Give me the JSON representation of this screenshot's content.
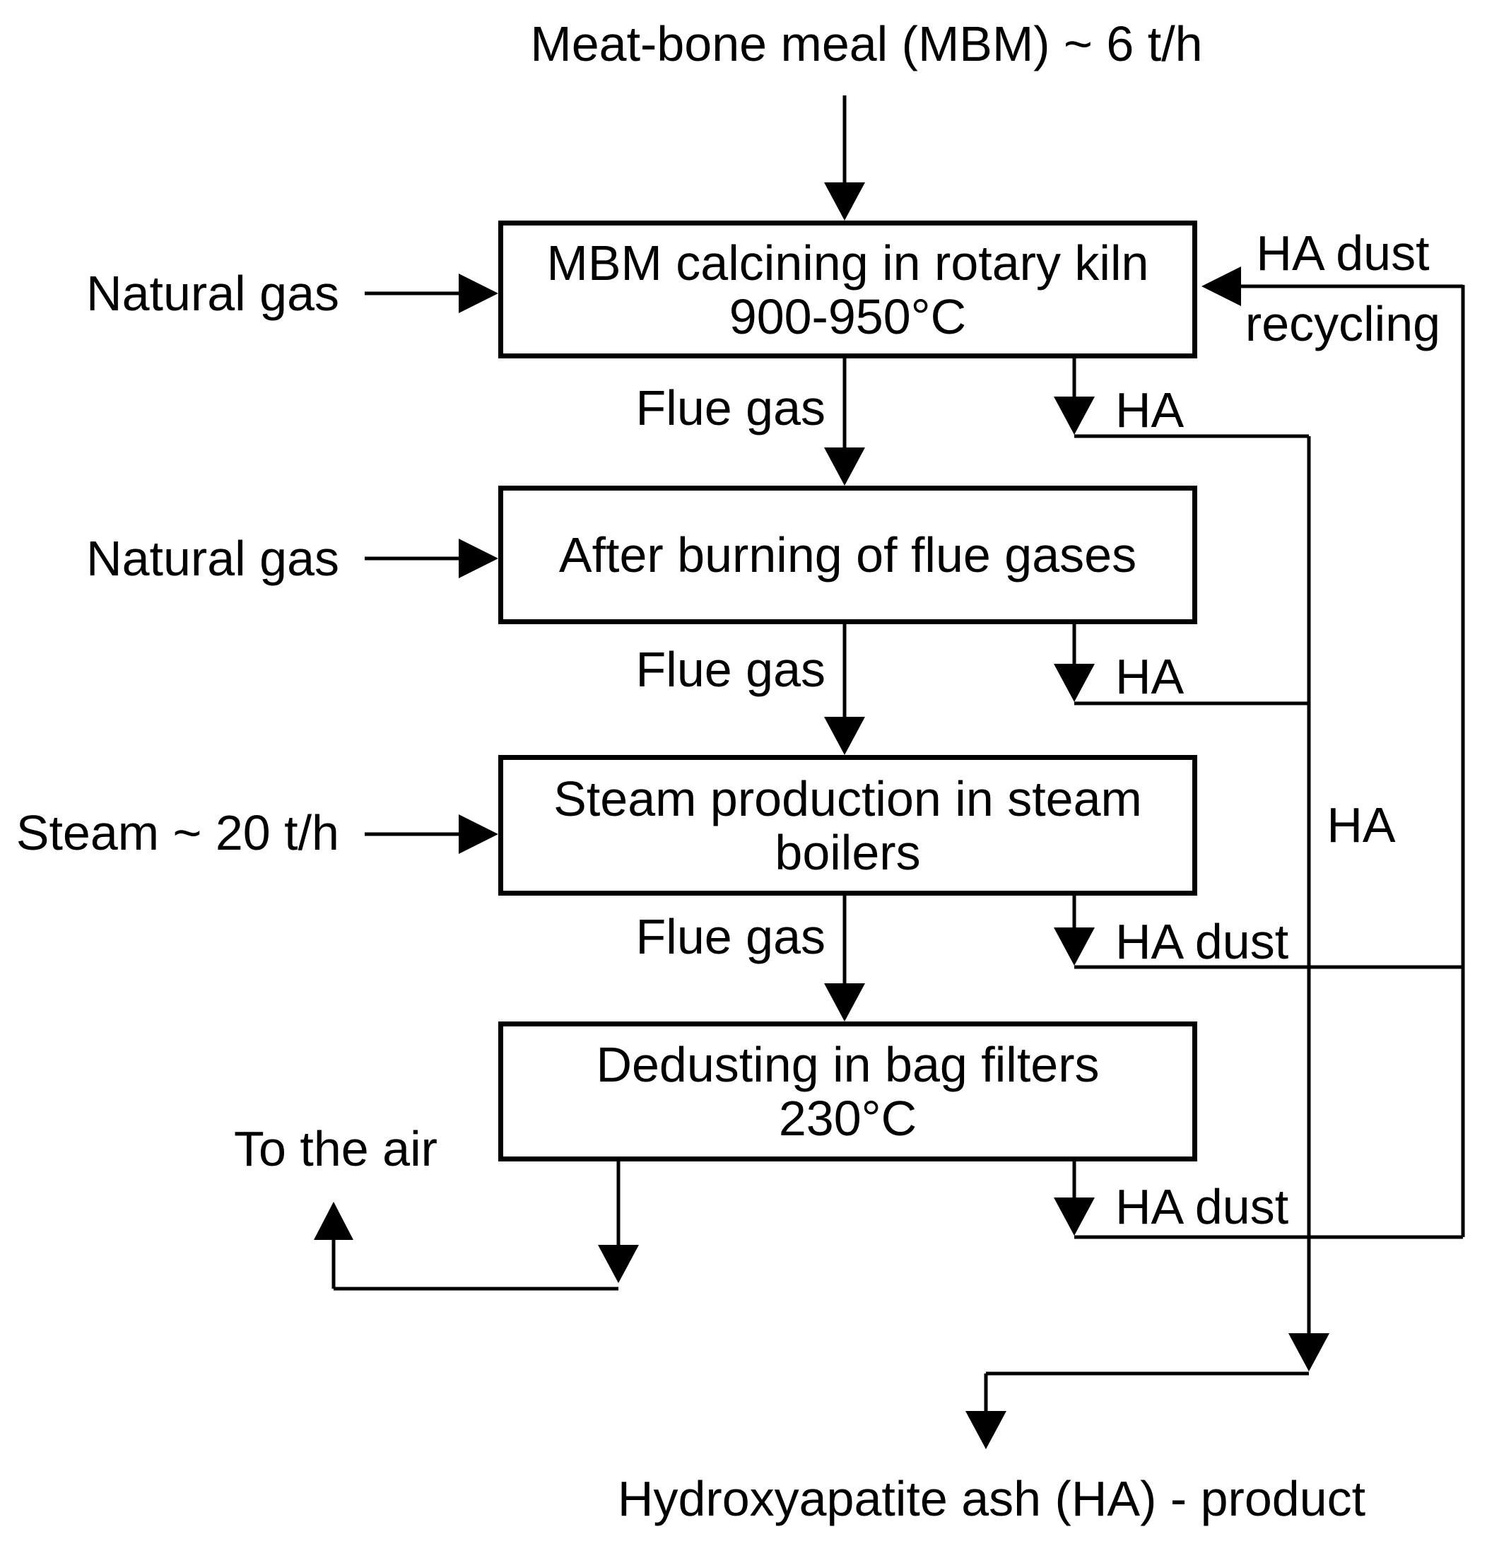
{
  "diagram": {
    "title": "Meat-bone meal (MBM) ~ 6 t/h",
    "colors": {
      "line": "#000000",
      "background": "#ffffff",
      "text": "#000000"
    },
    "boxes": {
      "kiln": {
        "line1": "MBM calcining in rotary kiln",
        "line2": "900-950°C"
      },
      "afterburning": {
        "line1": "After burning of flue gases"
      },
      "boilers": {
        "line1": "Steam production in steam",
        "line2": "boilers"
      },
      "dedusting": {
        "line1": "Dedusting in bag filters",
        "line2": "230°C"
      }
    },
    "inputs": {
      "natural_gas_kiln": "Natural gas",
      "natural_gas_afterburning": "Natural gas",
      "steam": "Steam ~ 20 t/h"
    },
    "streams": {
      "flue_gas_1": "Flue gas",
      "flue_gas_2": "Flue gas",
      "flue_gas_3": "Flue gas",
      "ha_from_kiln": "HA",
      "ha_from_afterburning": "HA",
      "ha_collect_line": "HA",
      "ha_dust_from_boilers": "HA dust",
      "ha_dust_from_dedusting": "HA dust",
      "recycling_line1": "HA dust",
      "recycling_line2": "recycling",
      "to_the_air": "To the air"
    },
    "output": {
      "product": "Hydroxyapatite ash (HA) - product"
    }
  }
}
